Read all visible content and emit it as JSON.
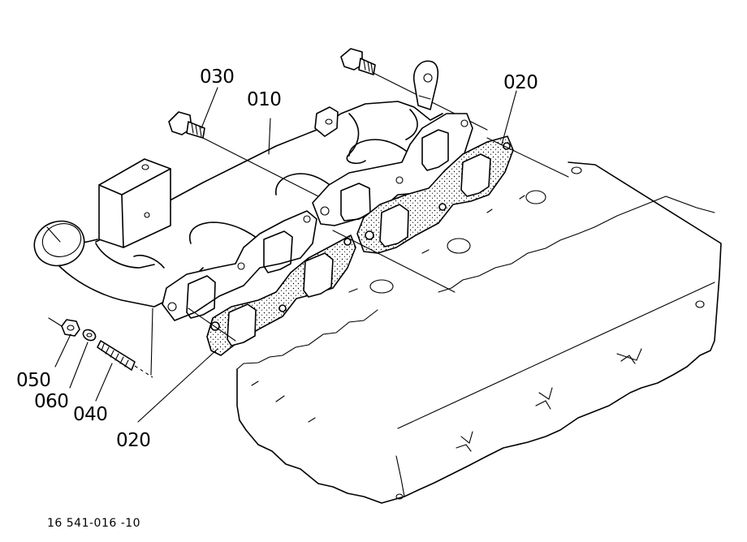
{
  "callouts": {
    "c010": "010",
    "c020_top": "020",
    "c020_bottom": "020",
    "c030": "030",
    "c040": "040",
    "c050": "050",
    "c060": "060"
  },
  "drawing_number": "16 541-016 -10"
}
